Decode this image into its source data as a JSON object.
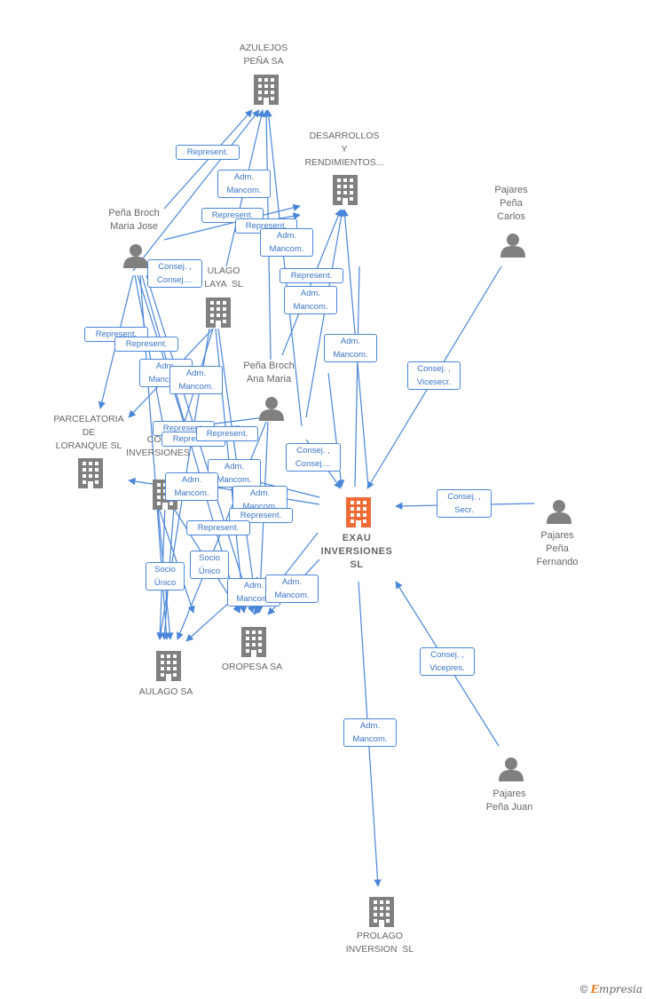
{
  "colors": {
    "edge": "#4a86d8",
    "node": "#808080",
    "main_node": "#f06a35",
    "label": "#666666"
  },
  "nodes": [
    {
      "id": "azulejos",
      "kind": "company",
      "label": "AZULEJOS\nPEÑA SA"
    },
    {
      "id": "desarrollos",
      "kind": "company",
      "label": "DESARROLLOS\nY\nRENDIMIENTOS..."
    },
    {
      "id": "carlos",
      "kind": "person",
      "label": "Pajares\nPeña\nCarlos"
    },
    {
      "id": "mariajose",
      "kind": "person",
      "label": "Peña Broch\nMaria Jose"
    },
    {
      "id": "aulagoplaya",
      "kind": "company",
      "label": "ULAGO\nLAYA  SL"
    },
    {
      "id": "anamaria",
      "kind": "person",
      "label": "Peña Broch\nAna Maria"
    },
    {
      "id": "parcelatoria",
      "kind": "company",
      "label": "PARCELATORIA\nDE\nLORANQUE SL"
    },
    {
      "id": "comercial",
      "kind": "company",
      "label": "COM\nINVERSIONES"
    },
    {
      "id": "exau",
      "kind": "main",
      "label": "EXAU\nINVERSIONES\nSL"
    },
    {
      "id": "fernando",
      "kind": "person",
      "label": "Pajares\nPeña\nFernando"
    },
    {
      "id": "oropesa",
      "kind": "company",
      "label": "OROPESA SA"
    },
    {
      "id": "aulago",
      "kind": "company",
      "label": "AULAGO SA"
    },
    {
      "id": "juan",
      "kind": "person",
      "label": "Pajares\nPeña Juan"
    },
    {
      "id": "prolago",
      "kind": "company",
      "label": "PROLAGO\nINVERSION  SL"
    }
  ],
  "edge_labels": [
    "Represent.",
    "Adm.\nMancom.",
    "Represent.",
    "Represent.",
    "Adm.\nMancom.",
    "Represent.",
    "Adm.\nMancom.",
    "Consej. ,\nConsej....",
    "Represent.",
    "Represent.",
    "Adm.\nMancom.",
    "Adm.\nMancom.",
    "Adm.\nMancom.",
    "Consej. ,\nVicesecr.",
    "Represent.",
    "Represent.",
    "Represent.",
    "Consej. ,\nConsej....",
    "Adm.\nMancom.",
    "Adm.\nMancom.",
    "Consej. ,\nSecr.",
    "Adm.\nMancom.",
    "Represent.",
    "Represent.",
    "Socio\nÚnico",
    "Socio\nÚnico",
    "Adm.\nMancom.",
    "Adm.\nMancom.",
    "Consej. ,\nVicepres.",
    "Adm.\nMancom."
  ],
  "brand": {
    "copyright": "©",
    "initial": "E",
    "rest": "mpresia"
  }
}
